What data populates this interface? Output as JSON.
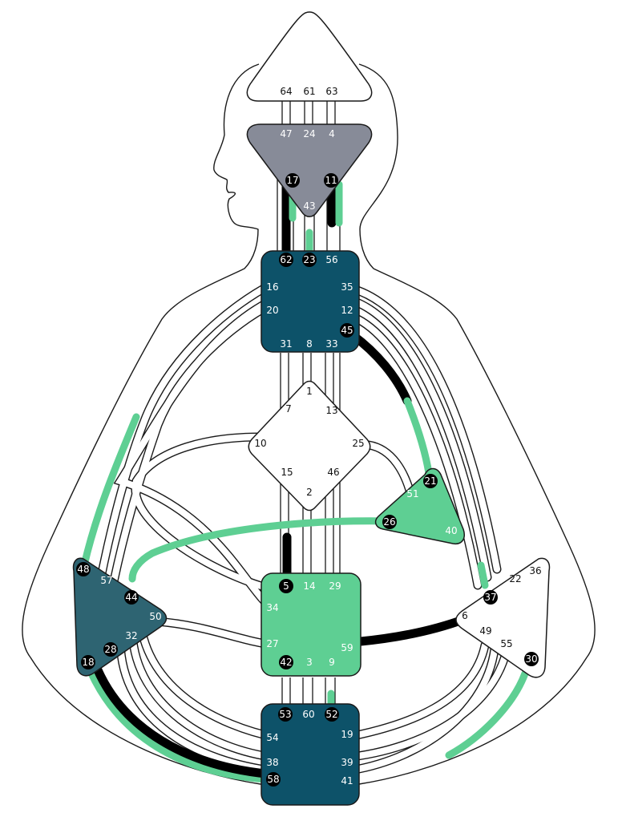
{
  "colors": {
    "defined_dark": "#0d5269",
    "defined_spleen": "#2e6472",
    "defined_green": "#5ecf93",
    "ajna": "#878b98",
    "undefined": "#ffffff",
    "activation_black": "#000000",
    "activation_green": "#5ecf93",
    "gate_light_text": "#ffffff",
    "gate_dark_text": "#111111"
  },
  "centers": {
    "head": {
      "state": "undefined",
      "gates": [
        "64",
        "61",
        "63"
      ]
    },
    "ajna": {
      "state": "defined",
      "gates": [
        "47",
        "24",
        "4",
        "17",
        "11",
        "43"
      ]
    },
    "throat": {
      "state": "defined",
      "gates": [
        "62",
        "23",
        "56",
        "16",
        "35",
        "20",
        "12",
        "45",
        "31",
        "8",
        "33"
      ]
    },
    "g": {
      "state": "undefined",
      "gates": [
        "1",
        "7",
        "13",
        "10",
        "25",
        "15",
        "46",
        "2"
      ]
    },
    "heart": {
      "state": "defined",
      "gates": [
        "21",
        "51",
        "26",
        "40"
      ]
    },
    "spleen": {
      "state": "defined",
      "gates": [
        "48",
        "57",
        "44",
        "50",
        "32",
        "28",
        "18"
      ]
    },
    "sacral": {
      "state": "defined",
      "gates": [
        "5",
        "14",
        "29",
        "34",
        "27",
        "59",
        "42",
        "3",
        "9"
      ]
    },
    "solar_plexus": {
      "state": "undefined",
      "gates": [
        "36",
        "22",
        "37",
        "6",
        "49",
        "55",
        "30"
      ]
    },
    "root": {
      "state": "defined",
      "gates": [
        "53",
        "60",
        "52",
        "54",
        "19",
        "38",
        "39",
        "58",
        "41"
      ]
    }
  },
  "activated_gates": [
    "17",
    "11",
    "62",
    "23",
    "45",
    "21",
    "26",
    "48",
    "44",
    "28",
    "18",
    "5",
    "42",
    "37",
    "30",
    "53",
    "52",
    "58"
  ]
}
